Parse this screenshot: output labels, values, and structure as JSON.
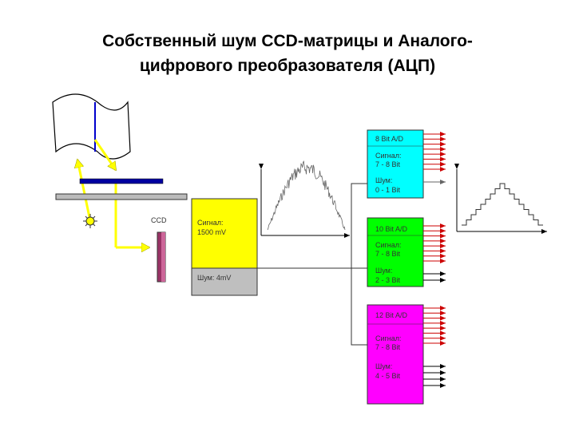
{
  "title": {
    "line1": "Собственный шум CCD-матрицы и Аналого-",
    "line2": "цифрового преобразователя (АЦП)"
  },
  "ccd": {
    "label": "CCD"
  },
  "signal_box": {
    "signal_label": "Сигнал:",
    "signal_value": "1500 mV",
    "noise_label": "Шум: 4mV",
    "signal_color": "#ffff00",
    "noise_color": "#bfbfbf"
  },
  "adc_8": {
    "header": "8 Bit A/D",
    "signal_label": "Сигнал:",
    "signal_bits": "7 - 8 Bit",
    "noise_label": "Шум:",
    "noise_bits": "0 - 1 Bit",
    "color": "#00ffff"
  },
  "adc_10": {
    "header": "10 Bit A/D",
    "signal_label": "Сигнал:",
    "signal_bits": "7 - 8 Bit",
    "noise_label": "Шум:",
    "noise_bits": "2 - 3 Bit",
    "color": "#00ff00"
  },
  "adc_12": {
    "header": "12 Bit A/D",
    "signal_label": "Сигнал:",
    "signal_bits": "7 - 8 Bit",
    "noise_label": "Шум:",
    "noise_bits": "4 - 5 Bit",
    "color": "#ff00ff"
  },
  "colors": {
    "light_ray": "#ffff00",
    "signal_arrow": "#cc0000",
    "noise_arrow": "#000000",
    "sensor_bar": "#0000a0",
    "ccd_strip": "#993366"
  }
}
